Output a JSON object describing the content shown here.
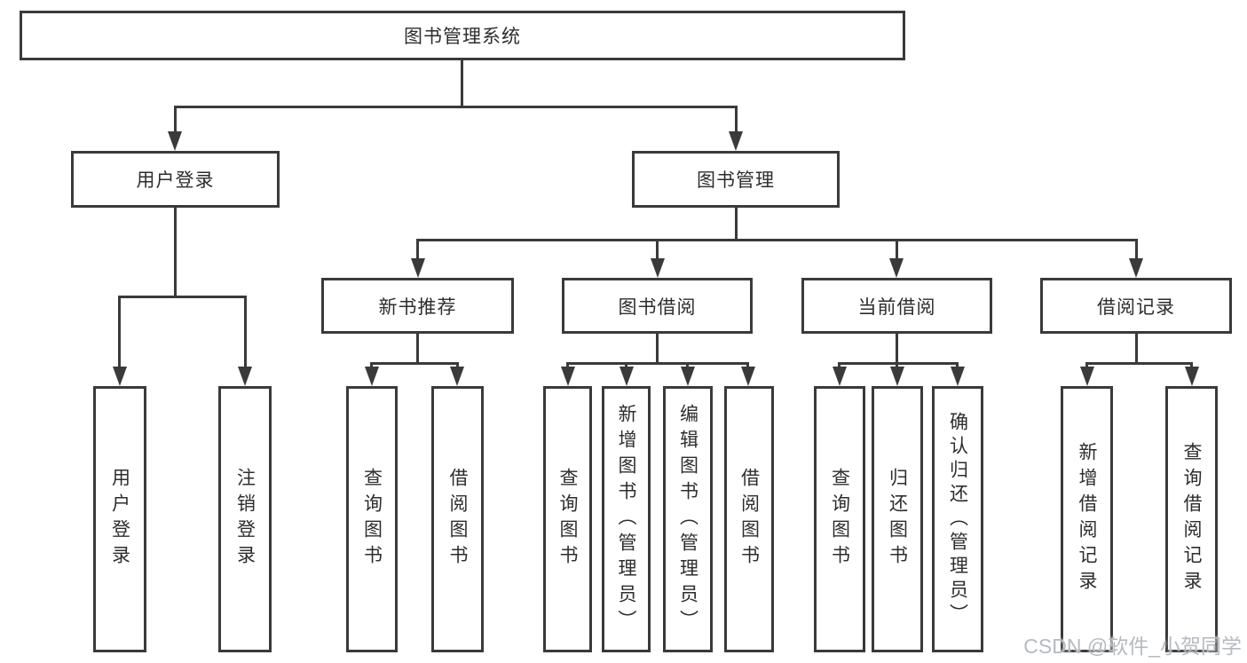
{
  "tree": {
    "root": {
      "label": "图书管理系统"
    },
    "branches": [
      {
        "label": "用户登录",
        "children": [
          "用户登录",
          "注销登录"
        ]
      },
      {
        "label": "图书管理",
        "children": [
          {
            "label": "新书推荐",
            "children": [
              "查询图书",
              "借阅图书"
            ]
          },
          {
            "label": "图书借阅",
            "children": [
              "查询图书",
              "新增图书（管理员）",
              "编辑图书（管理员）",
              "借阅图书"
            ]
          },
          {
            "label": "当前借阅",
            "children": [
              "查询图书",
              "归还图书",
              "确认归还（管理员）"
            ]
          },
          {
            "label": "借阅记录",
            "children": [
              "新增借阅记录",
              "查询借阅记录"
            ]
          }
        ]
      }
    ]
  },
  "watermark": {
    "text": "CSDN @软件_小贺同学"
  },
  "colors": {
    "line": "#3a3a3a",
    "box_border": "#3a3a3a",
    "text": "#2d2d2d",
    "watermark": "#b6bac1",
    "background": "#ffffff"
  }
}
